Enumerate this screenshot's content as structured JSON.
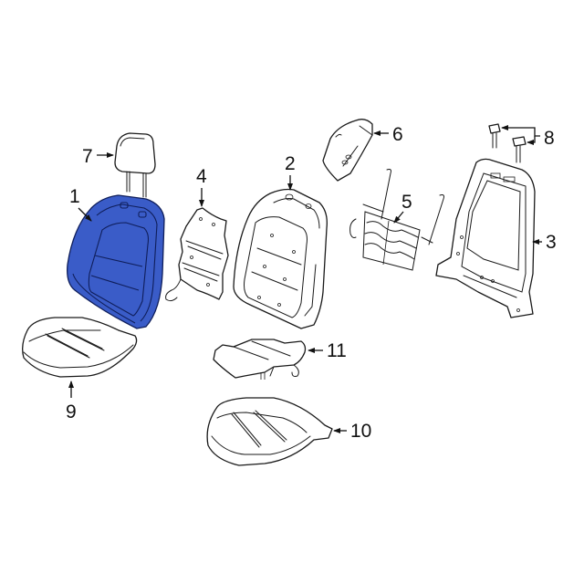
{
  "diagram": {
    "type": "exploded-parts-diagram",
    "subject": "Front seat assembly components",
    "highlight_color": "#3a5cc8",
    "highlighted_part": "1",
    "callouts": [
      {
        "id": "1",
        "label": "1",
        "part": "seat-back-cover"
      },
      {
        "id": "2",
        "label": "2",
        "part": "seat-back-cushion-pad"
      },
      {
        "id": "3",
        "label": "3",
        "part": "seat-back-frame"
      },
      {
        "id": "4",
        "label": "4",
        "part": "seat-back-heater"
      },
      {
        "id": "5",
        "label": "5",
        "part": "lumbar-support-spring"
      },
      {
        "id": "6",
        "label": "6",
        "part": "side-trim-panel"
      },
      {
        "id": "7",
        "label": "7",
        "part": "headrest"
      },
      {
        "id": "8",
        "label": "8",
        "part": "headrest-guides"
      },
      {
        "id": "9",
        "label": "9",
        "part": "seat-cushion-cover"
      },
      {
        "id": "10",
        "label": "10",
        "part": "seat-cushion-pad"
      },
      {
        "id": "11",
        "label": "11",
        "part": "seat-cushion-heater"
      }
    ]
  }
}
